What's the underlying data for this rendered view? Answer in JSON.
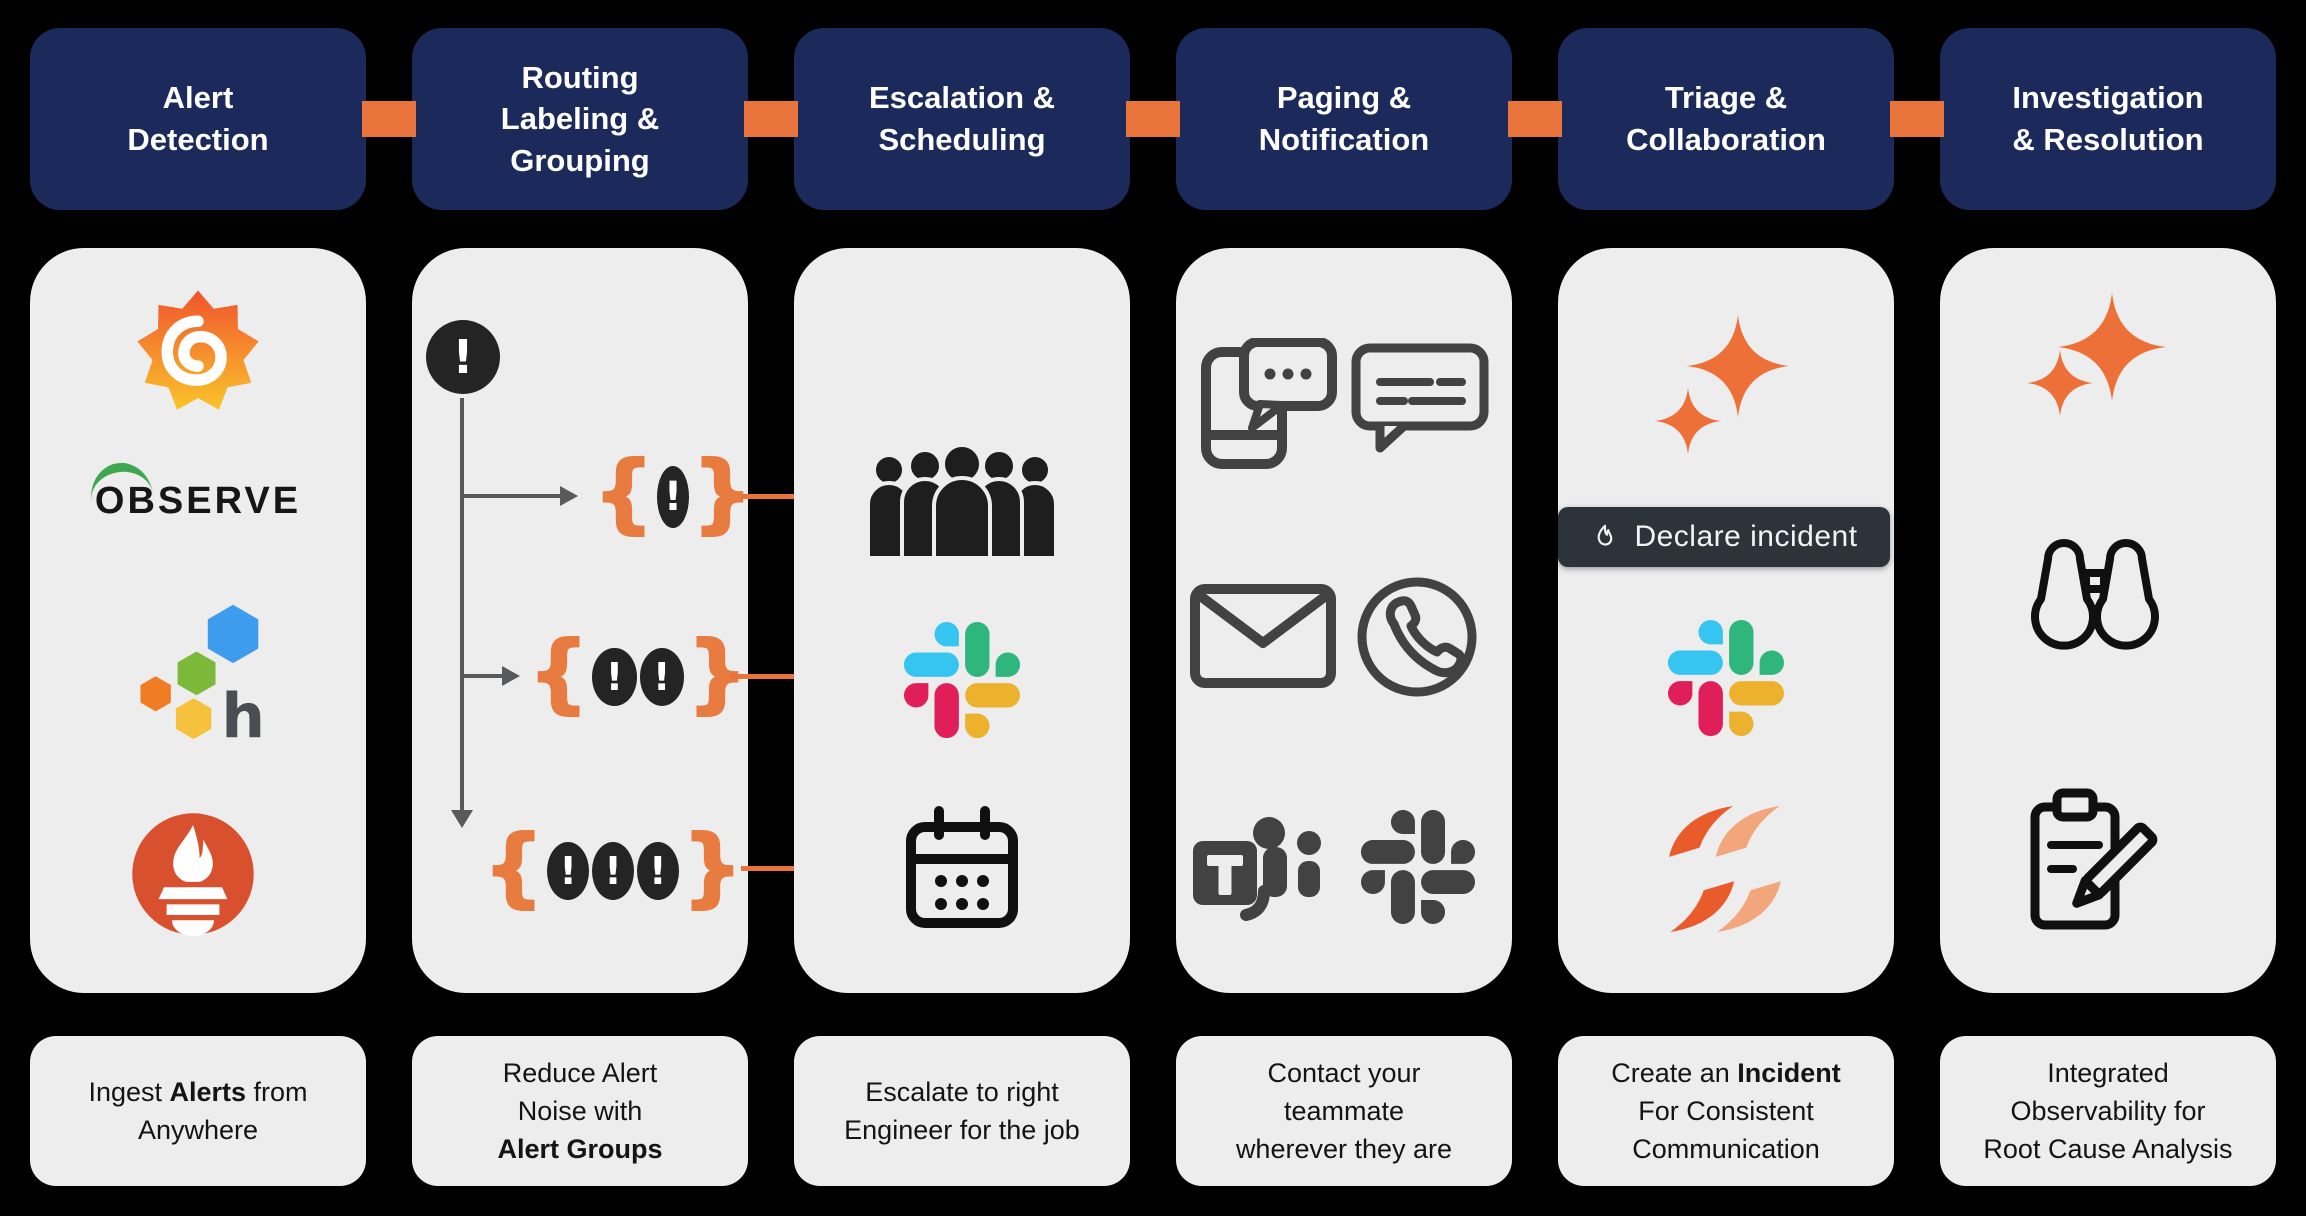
{
  "alert_symbol": "!",
  "braces": {
    "open": "{",
    "close": "}"
  },
  "logos": {
    "observe_wordmark": "OBSERVE",
    "honeycomb_letter": "h",
    "teams_letter": "T"
  },
  "colors": {
    "background": "#000000",
    "header_navy": "#1B2A5B",
    "connector_orange": "#E8743C",
    "card_gray": "#EDEDED",
    "brace_orange": "#E87B3F",
    "alert_circle_dark": "#242424",
    "tree_gray": "#58595B",
    "sparkle_orange": "#ED7038",
    "button_bg": "#2D333B",
    "prometheus_red": "#D9502F",
    "observe_green": "#3FA751",
    "squadcast_dark": "#EA5B2B",
    "squadcast_light": "#F3A57C",
    "slack_blue": "#36C5F0",
    "slack_green": "#2EB67D",
    "slack_red": "#E01E5A",
    "slack_yellow": "#ECB22E",
    "mono_icon_gray": "#424242"
  },
  "columns": [
    {
      "header": "Alert Detection",
      "description": {
        "pre": "Ingest ",
        "bold": "Alerts",
        "post": " from Anywhere"
      },
      "icons": [
        "grafana-logo",
        "observe-logo",
        "honeycomb-logo",
        "prometheus-logo"
      ]
    },
    {
      "header": "Routing Labeling & Grouping",
      "description": {
        "pre": "Reduce Alert Noise with ",
        "bold": "Alert Groups",
        "post": ""
      },
      "icons": [
        "alert-icon",
        "alert-group-1",
        "alert-group-2",
        "alert-group-3"
      ]
    },
    {
      "header": "Escalation & Scheduling",
      "description": {
        "pre": "Escalate to right Engineer for the job",
        "bold": "",
        "post": ""
      },
      "icons": [
        "team-icon",
        "slack-logo",
        "calendar-icon"
      ]
    },
    {
      "header": "Paging & Notification",
      "description": {
        "pre": "Contact your teammate wherever they are",
        "bold": "",
        "post": ""
      },
      "icons": [
        "sms-icon",
        "chat-icon",
        "email-icon",
        "phone-icon",
        "teams-logo",
        "slack-logo"
      ]
    },
    {
      "header": "Triage & Collaboration",
      "description": {
        "pre": "Create an ",
        "bold": "Incident",
        "post": " For Consistent Communication"
      },
      "button_label": "Declare incident",
      "icons": [
        "sparkles-icon",
        "flame-icon",
        "slack-logo",
        "squadcast-logo"
      ]
    },
    {
      "header": "Investigation & Resolution",
      "description": {
        "pre": "Integrated Observability for Root Cause Analysis",
        "bold": "",
        "post": ""
      },
      "icons": [
        "sparkles-icon",
        "binoculars-icon",
        "clipboard-pencil-icon"
      ]
    }
  ]
}
